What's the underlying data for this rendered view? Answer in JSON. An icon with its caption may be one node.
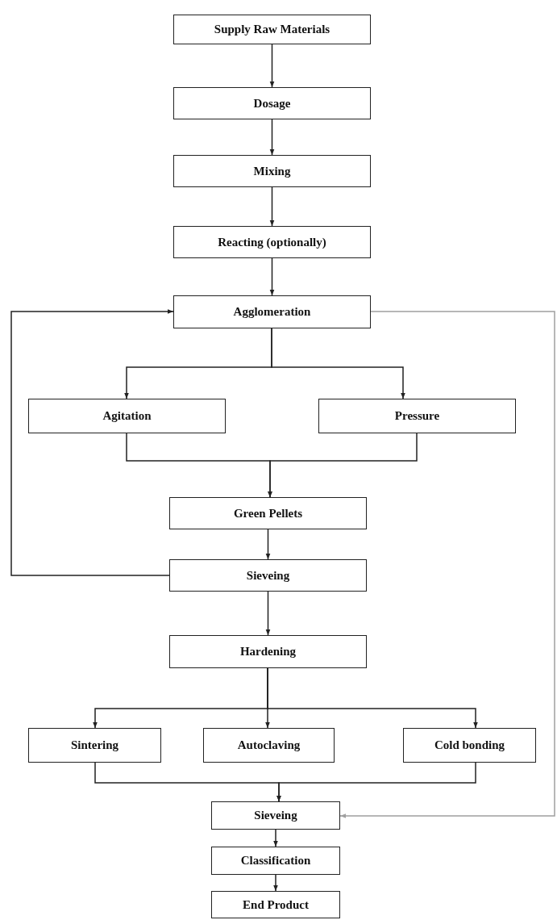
{
  "diagram": {
    "nodes": [
      {
        "text": [
          "Supply Raw Materials"
        ]
      },
      {
        "text": [
          "Dosage"
        ]
      },
      {
        "text": [
          "Mixing"
        ]
      },
      {
        "text": [
          "Reacting (optionally)"
        ]
      },
      {
        "text": [
          "Agglomeration"
        ]
      },
      {
        "text": [
          "Agitation"
        ]
      },
      {
        "text": [
          "Pressure"
        ]
      },
      {
        "text": [
          "Green Pellets"
        ]
      },
      {
        "text": [
          "Sieveing"
        ]
      },
      {
        "text": [
          "Hardening"
        ]
      },
      {
        "text": [
          "Sintering"
        ]
      },
      {
        "text": [
          "Autoclaving"
        ]
      },
      {
        "text": [
          "Cold bonding"
        ]
      },
      {
        "text": [
          "Sieveing"
        ]
      },
      {
        "text": [
          "Classification"
        ]
      },
      {
        "text": [
          "End Product"
        ]
      }
    ],
    "edges": [
      {
        "from": 0,
        "to": 1,
        "arrow": "to"
      },
      {
        "from": 1,
        "to": 2,
        "arrow": "to"
      },
      {
        "from": 2,
        "to": 3,
        "arrow": "to"
      },
      {
        "from": 3,
        "to": 4,
        "arrow": "to"
      },
      {
        "from": 4,
        "to": 5,
        "arrow": "to"
      },
      {
        "from": 4,
        "to": 6,
        "arrow": "to"
      },
      {
        "from": 5,
        "to": 7,
        "arrow": "to"
      },
      {
        "from": 6,
        "to": 7,
        "arrow": "to"
      },
      {
        "from": 7,
        "to": 8,
        "arrow": "to"
      },
      {
        "from": 8,
        "to": 4,
        "arrow": "to"
      },
      {
        "from": 8,
        "to": 9,
        "arrow": "to"
      },
      {
        "from": 9,
        "to": 10,
        "arrow": "to"
      },
      {
        "from": 9,
        "to": 11,
        "arrow": "to"
      },
      {
        "from": 9,
        "to": 12,
        "arrow": "to"
      },
      {
        "from": 10,
        "to": 13,
        "arrow": "to"
      },
      {
        "from": 12,
        "to": 13,
        "arrow": "to"
      },
      {
        "from": 4,
        "to": 13,
        "arrow": "to",
        "color": "#a0a0a0"
      },
      {
        "from": 13,
        "to": 14,
        "arrow": "to"
      },
      {
        "from": 14,
        "to": 15,
        "arrow": "to"
      }
    ]
  }
}
